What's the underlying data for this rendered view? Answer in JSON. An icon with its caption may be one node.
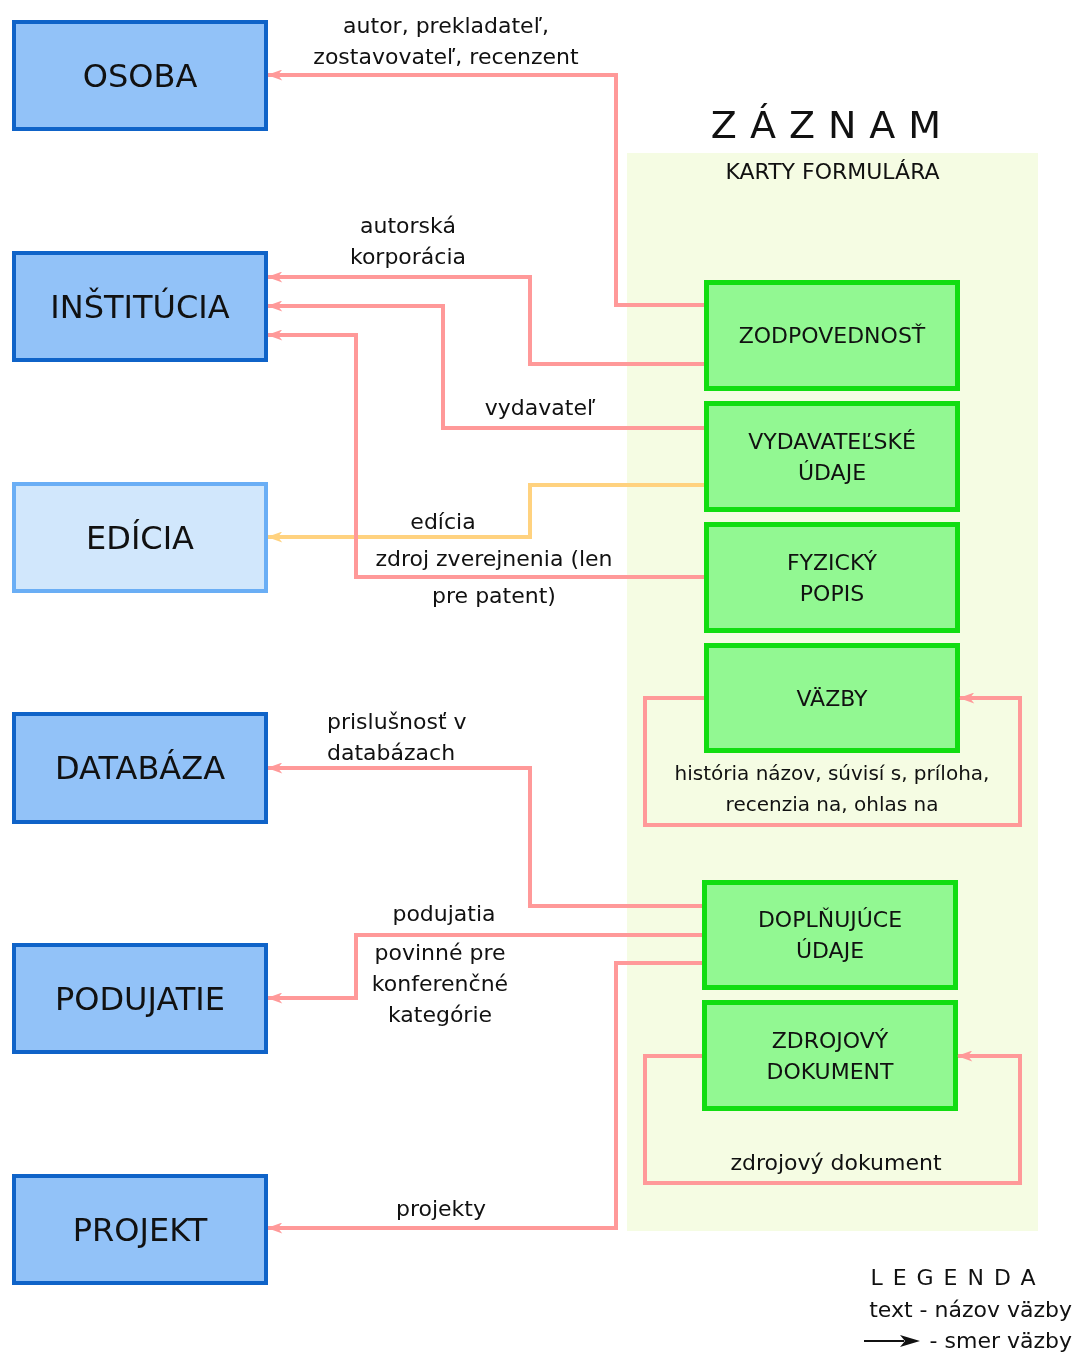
{
  "diagram": {
    "nodes": [
      {
        "text": [
          "OSOBA"
        ]
      },
      {
        "text": [
          "INŠTITÚCIA"
        ]
      },
      {
        "text": [
          "EDÍCIA"
        ]
      },
      {
        "text": [
          "DATABÁZA"
        ]
      },
      {
        "text": [
          "PODUJATIE"
        ]
      },
      {
        "text": [
          "PROJEKT"
        ]
      },
      {
        "text": [
          "ZÁZNAM",
          "KARTY FORMULÁRA"
        ]
      },
      {
        "text": [
          "ZODPOVEDNOSŤ"
        ],
        "in": 6
      },
      {
        "text": [
          "VYDAVATEĽSKÉ ÚDAJE"
        ],
        "in": 6
      },
      {
        "text": [
          "FYZICKÝ POPIS"
        ],
        "in": 6
      },
      {
        "text": [
          "VÄZBY"
        ],
        "in": 6
      },
      {
        "text": [
          "DOPLŇUJÚCE ÚDAJE"
        ],
        "in": 6
      },
      {
        "text": [
          "ZDROJOVÝ DOKUMENT"
        ],
        "in": 6
      }
    ],
    "edges": [
      {
        "from": 7,
        "to": 0,
        "arrow": "to",
        "label": "autor, prekladateľ, zostavovateľ, recenzent"
      },
      {
        "from": 7,
        "to": 1,
        "arrow": "to",
        "label": "autorská korporácia"
      },
      {
        "from": 8,
        "to": 1,
        "arrow": "to",
        "label": "vydavateľ"
      },
      {
        "from": 8,
        "to": 2,
        "arrow": "to",
        "label": "edícia",
        "color": "#ffd27f"
      },
      {
        "from": 9,
        "to": 1,
        "arrow": "to",
        "label": "zdroj zverejnenia (len pre patent)"
      },
      {
        "from": 10,
        "to": 10,
        "arrow": "to",
        "label": "história názov, súvisí s, príloha, recenzia na, ohlas na"
      },
      {
        "from": 11,
        "to": 3,
        "arrow": "to",
        "label": "prislušnosť v databázach"
      },
      {
        "from": 11,
        "to": 4,
        "arrow": "to",
        "label": "podujatia"
      },
      {
        "from": 11,
        "to": 5,
        "arrow": "to",
        "label": "projekty"
      },
      {
        "from": 12,
        "to": 12,
        "arrow": "to",
        "label": "zdrojový dokument"
      }
    ],
    "labels": [
      "povinné pre konferenčné kategórie",
      "LEGENDA"
    ],
    "legend": [
      {
        "text": "text - názov väzby"
      },
      {
        "text": "- smer väzby"
      }
    ]
  }
}
